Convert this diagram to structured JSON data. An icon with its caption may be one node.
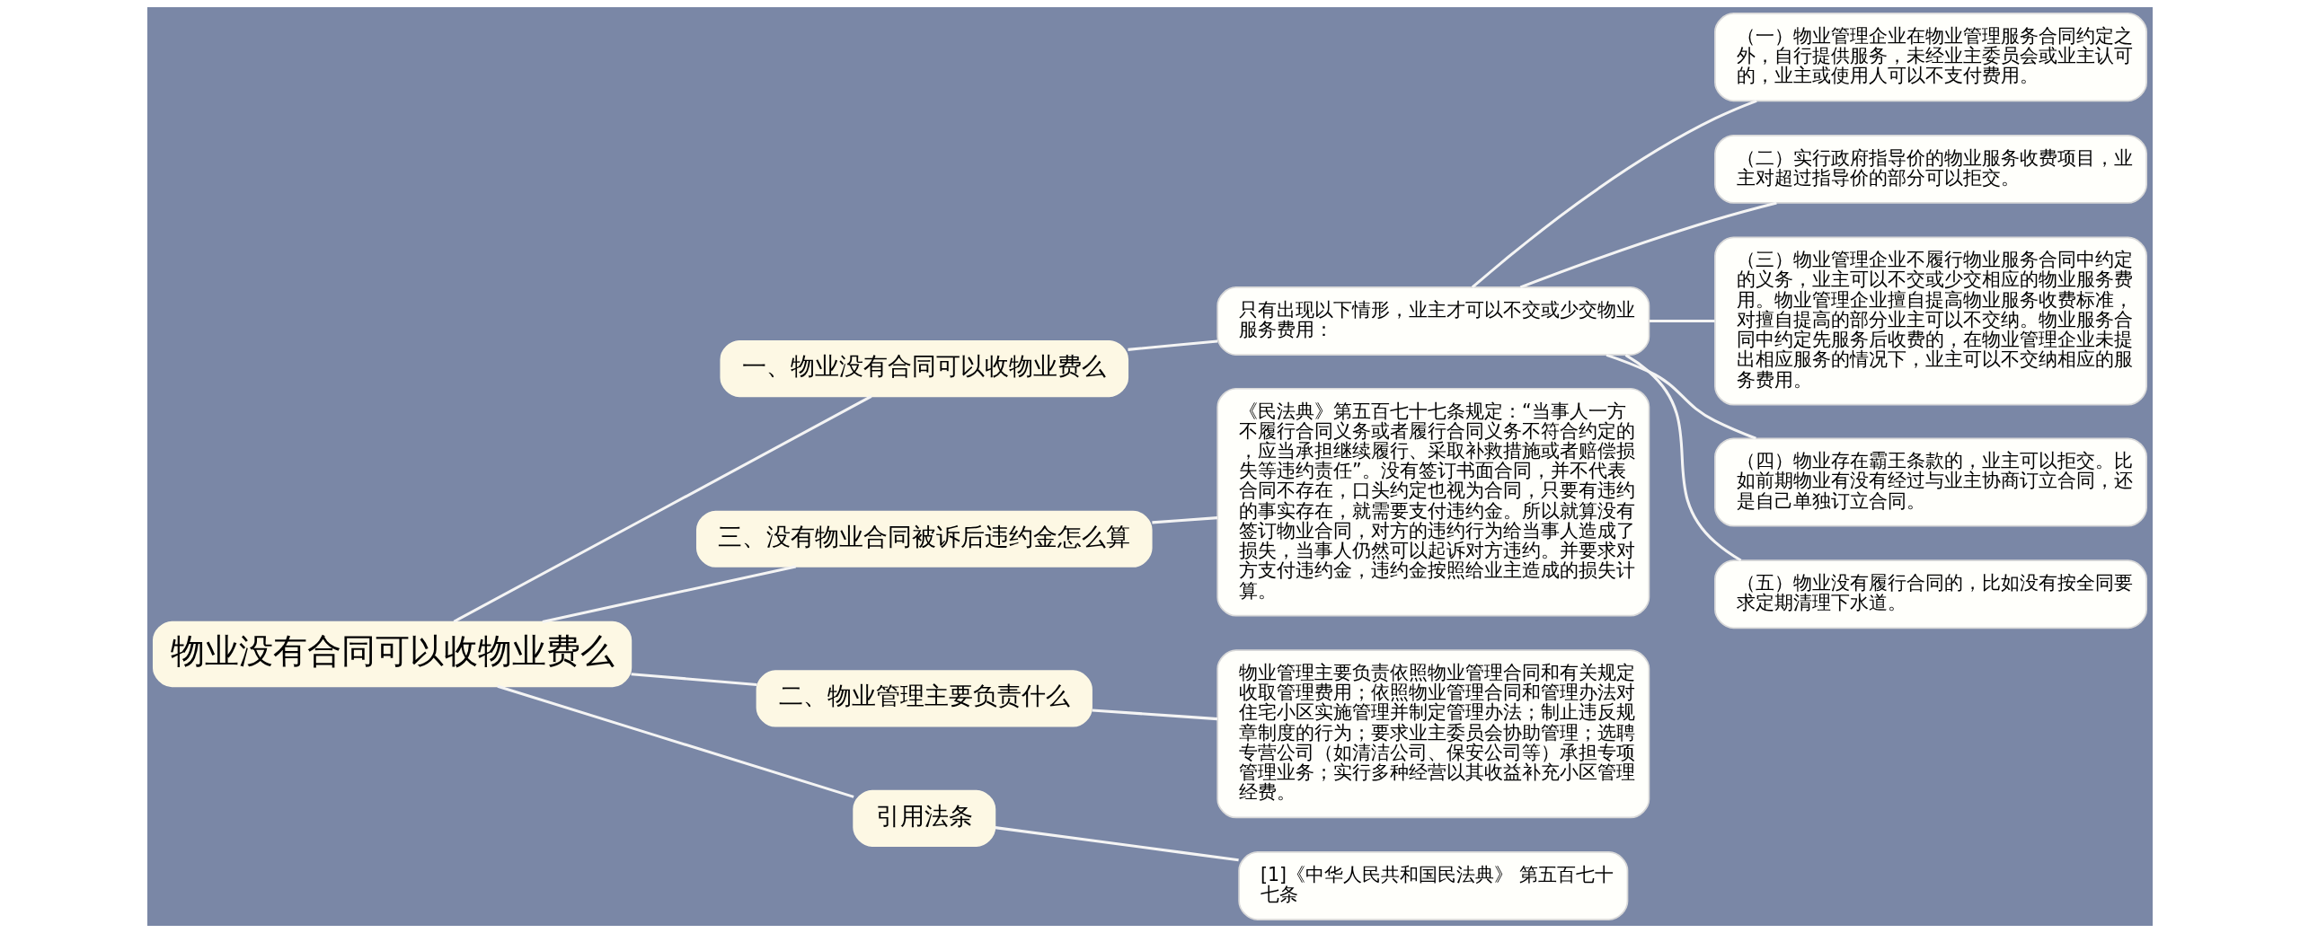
{
  "diagram": {
    "nodes": [
      {
        "text": [
          "物业没有合同可以收物业费么"
        ]
      },
      {
        "text": [
          "一、物业没有合同可以收物业费么"
        ]
      },
      {
        "text": [
          "只有出现以下情形，业主才可以不交或少交物业服务费用："
        ]
      },
      {
        "text": [
          "（一）物业管理企业在物业管理服务合同约定之外，自行提供服务，未经业主委员会或业主认可的，业主或使用人可以不支付费用。"
        ]
      },
      {
        "text": [
          "（二）实行政府指导价的物业服务收费项目，业主对超过指导价的部分可以拒交。"
        ]
      },
      {
        "text": [
          "（三）物业管理企业不履行物业服务合同中约定的义务，业主可以不交或少交相应的物业服务费用。物业管理企业擅自提高物业服务收费标准，对擅自提高的部分业主可以不交纳。物业服务合同中约定先服务后收费的，在物业管理企业未提出相应服务的情况下，业主可以不交纳相应的服务费用。"
        ]
      },
      {
        "text": [
          "（四）物业存在霸王条款的，业主可以拒交。比如前期物业有没有经过与业主协商订立合同，还是自己单独订立合同。"
        ]
      },
      {
        "text": [
          "（五）物业没有履行合同的，比如没有按全同要求定期清理下水道。"
        ]
      },
      {
        "text": [
          "三、没有物业合同被诉后违约金怎么算"
        ]
      },
      {
        "text": [
          "《民法典》第五百七十七条规定：“当事人一方不履行合同义务或者履行合同义务不符合约定的，应当承担继续履行、采取补救措施或者赔偿损失等违约责任”。没有签订书面合同，并不代表合同不存在，口头约定也视为合同，只要有违约的事实存在，就需要支付违约金。所以就算没有签订物业合同，对方的违约行为给当事人造成了损失，当事人仍然可以起诉对方违约。并要求对方支付违约金，违约金按照给业主造成的损失计算。"
        ]
      },
      {
        "text": [
          "二、物业管理主要负责什么"
        ]
      },
      {
        "text": [
          "物业管理主要负责依照物业管理合同和有关规定收取管理费用；依照物业管理合同和管理办法对住宅小区实施管理并制定管理办法；制止违反规章制度的行为；要求业主委员会协助管理；选聘专营公司（如清洁公司、保安公司等）承担专项管理业务；实行多种经营以其收益补充小区管理经费。"
        ]
      },
      {
        "text": [
          "引用法条"
        ]
      },
      {
        "text": [
          "[1]《中华人民共和国民法典》 第五百七十七条"
        ]
      }
    ],
    "edges": [
      {
        "from": 0,
        "to": 1,
        "arrow": "none"
      },
      {
        "from": 1,
        "to": 2,
        "arrow": "none"
      },
      {
        "from": 2,
        "to": 3,
        "arrow": "none"
      },
      {
        "from": 2,
        "to": 4,
        "arrow": "none"
      },
      {
        "from": 2,
        "to": 5,
        "arrow": "none"
      },
      {
        "from": 2,
        "to": 6,
        "arrow": "none"
      },
      {
        "from": 2,
        "to": 7,
        "arrow": "none"
      },
      {
        "from": 0,
        "to": 8,
        "arrow": "none"
      },
      {
        "from": 8,
        "to": 9,
        "arrow": "none"
      },
      {
        "from": 0,
        "to": 10,
        "arrow": "none"
      },
      {
        "from": 10,
        "to": 11,
        "arrow": "none"
      },
      {
        "from": 0,
        "to": 12,
        "arrow": "none"
      },
      {
        "from": 12,
        "to": 13,
        "arrow": "none"
      }
    ]
  }
}
